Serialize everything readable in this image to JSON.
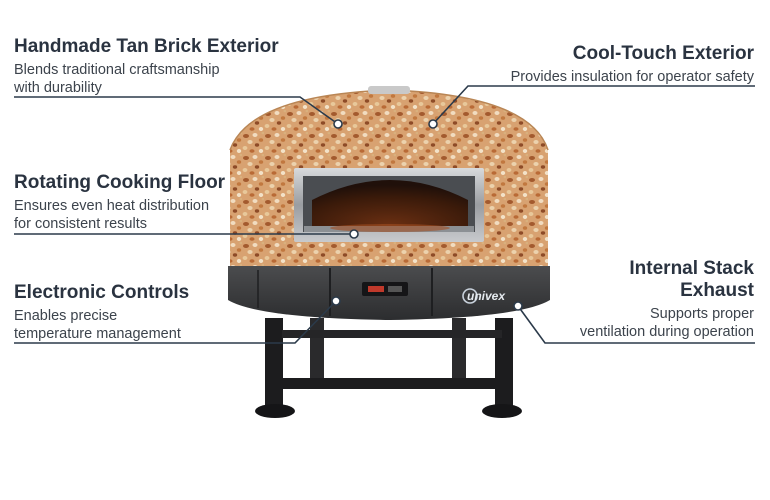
{
  "callouts": {
    "brick": {
      "title": "Handmade Tan Brick Exterior",
      "desc_line1": "Blends traditional craftsmanship",
      "desc_line2": "with durability"
    },
    "cool_touch": {
      "title": "Cool-Touch Exterior",
      "desc_line1": "Provides insulation for operator safety"
    },
    "rotating_floor": {
      "title": "Rotating Cooking Floor",
      "desc_line1": "Ensures even heat distribution",
      "desc_line2": "for consistent results"
    },
    "controls": {
      "title": "Electronic Controls",
      "desc_line1": "Enables precise",
      "desc_line2": "temperature management"
    },
    "exhaust": {
      "title_line1": "Internal Stack",
      "title_line2": "Exhaust",
      "desc_line1": "Supports proper",
      "desc_line2": "ventilation during operation"
    }
  },
  "product": {
    "brand_logo": "univex",
    "logo_icon": "univex-logo-icon"
  },
  "colors": {
    "leader_line": "#2b3a4a",
    "title_text": "#2a3340",
    "dome_base": "#d9a574",
    "base_metal": "#3a3b3d",
    "stand": "#1c1c1e"
  }
}
